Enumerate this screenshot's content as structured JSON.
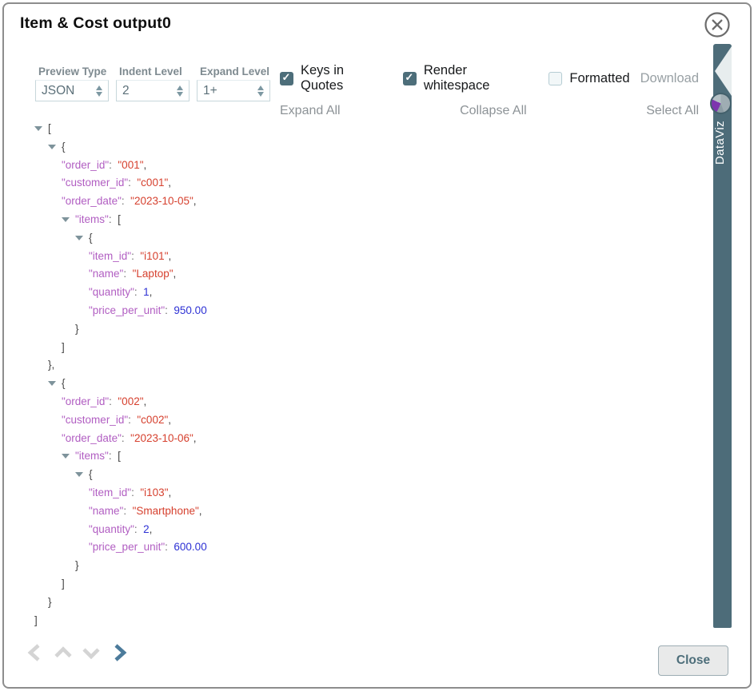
{
  "dialog": {
    "title": "Item & Cost output0"
  },
  "controls": {
    "selects": [
      {
        "label": "Preview Type",
        "value": "JSON"
      },
      {
        "label": "Indent Level",
        "value": "2"
      },
      {
        "label": "Expand Level",
        "value": "1+"
      }
    ],
    "checkboxes": [
      {
        "label": "Keys in Quotes",
        "checked": true
      },
      {
        "label": "Render whitespace",
        "checked": true
      },
      {
        "label": "Formatted",
        "checked": false
      }
    ],
    "download_label": "Download",
    "links": [
      "Expand All",
      "Collapse All",
      "Select All"
    ]
  },
  "tree": {
    "lines": [
      {
        "depth": 0,
        "arrow": true,
        "seg": [
          {
            "t": "punct",
            "v": "["
          }
        ]
      },
      {
        "depth": 1,
        "arrow": true,
        "seg": [
          {
            "t": "punct",
            "v": "{"
          }
        ]
      },
      {
        "depth": 2,
        "arrow": false,
        "seg": [
          {
            "t": "key",
            "v": "\"order_id\""
          },
          {
            "t": "colon",
            "v": ":  "
          },
          {
            "t": "str",
            "v": "\"001\""
          },
          {
            "t": "punct",
            "v": ","
          }
        ]
      },
      {
        "depth": 2,
        "arrow": false,
        "seg": [
          {
            "t": "key",
            "v": "\"customer_id\""
          },
          {
            "t": "colon",
            "v": ":  "
          },
          {
            "t": "str",
            "v": "\"c001\""
          },
          {
            "t": "punct",
            "v": ","
          }
        ]
      },
      {
        "depth": 2,
        "arrow": false,
        "seg": [
          {
            "t": "key",
            "v": "\"order_date\""
          },
          {
            "t": "colon",
            "v": ":  "
          },
          {
            "t": "str",
            "v": "\"2023-10-05\""
          },
          {
            "t": "punct",
            "v": ","
          }
        ]
      },
      {
        "depth": 2,
        "arrow": true,
        "seg": [
          {
            "t": "key",
            "v": "\"items\""
          },
          {
            "t": "colon",
            "v": ":  "
          },
          {
            "t": "punct",
            "v": "["
          }
        ]
      },
      {
        "depth": 3,
        "arrow": true,
        "seg": [
          {
            "t": "punct",
            "v": "{"
          }
        ]
      },
      {
        "depth": 4,
        "arrow": false,
        "seg": [
          {
            "t": "key",
            "v": "\"item_id\""
          },
          {
            "t": "colon",
            "v": ":  "
          },
          {
            "t": "str",
            "v": "\"i101\""
          },
          {
            "t": "punct",
            "v": ","
          }
        ]
      },
      {
        "depth": 4,
        "arrow": false,
        "seg": [
          {
            "t": "key",
            "v": "\"name\""
          },
          {
            "t": "colon",
            "v": ":  "
          },
          {
            "t": "str",
            "v": "\"Laptop\""
          },
          {
            "t": "punct",
            "v": ","
          }
        ]
      },
      {
        "depth": 4,
        "arrow": false,
        "seg": [
          {
            "t": "key",
            "v": "\"quantity\""
          },
          {
            "t": "colon",
            "v": ":  "
          },
          {
            "t": "num",
            "v": "1"
          },
          {
            "t": "punct",
            "v": ","
          }
        ]
      },
      {
        "depth": 4,
        "arrow": false,
        "seg": [
          {
            "t": "key",
            "v": "\"price_per_unit\""
          },
          {
            "t": "colon",
            "v": ":  "
          },
          {
            "t": "num",
            "v": "950.00"
          }
        ]
      },
      {
        "depth": 3,
        "arrow": false,
        "seg": [
          {
            "t": "punct",
            "v": "}"
          }
        ]
      },
      {
        "depth": 2,
        "arrow": false,
        "seg": [
          {
            "t": "punct",
            "v": "]"
          }
        ]
      },
      {
        "depth": 1,
        "arrow": false,
        "seg": [
          {
            "t": "punct",
            "v": "},"
          }
        ]
      },
      {
        "depth": 1,
        "arrow": true,
        "seg": [
          {
            "t": "punct",
            "v": "{"
          }
        ]
      },
      {
        "depth": 2,
        "arrow": false,
        "seg": [
          {
            "t": "key",
            "v": "\"order_id\""
          },
          {
            "t": "colon",
            "v": ":  "
          },
          {
            "t": "str",
            "v": "\"002\""
          },
          {
            "t": "punct",
            "v": ","
          }
        ]
      },
      {
        "depth": 2,
        "arrow": false,
        "seg": [
          {
            "t": "key",
            "v": "\"customer_id\""
          },
          {
            "t": "colon",
            "v": ":  "
          },
          {
            "t": "str",
            "v": "\"c002\""
          },
          {
            "t": "punct",
            "v": ","
          }
        ]
      },
      {
        "depth": 2,
        "arrow": false,
        "seg": [
          {
            "t": "key",
            "v": "\"order_date\""
          },
          {
            "t": "colon",
            "v": ":  "
          },
          {
            "t": "str",
            "v": "\"2023-10-06\""
          },
          {
            "t": "punct",
            "v": ","
          }
        ]
      },
      {
        "depth": 2,
        "arrow": true,
        "seg": [
          {
            "t": "key",
            "v": "\"items\""
          },
          {
            "t": "colon",
            "v": ":  "
          },
          {
            "t": "punct",
            "v": "["
          }
        ]
      },
      {
        "depth": 3,
        "arrow": true,
        "seg": [
          {
            "t": "punct",
            "v": "{"
          }
        ]
      },
      {
        "depth": 4,
        "arrow": false,
        "seg": [
          {
            "t": "key",
            "v": "\"item_id\""
          },
          {
            "t": "colon",
            "v": ":  "
          },
          {
            "t": "str",
            "v": "\"i103\""
          },
          {
            "t": "punct",
            "v": ","
          }
        ]
      },
      {
        "depth": 4,
        "arrow": false,
        "seg": [
          {
            "t": "key",
            "v": "\"name\""
          },
          {
            "t": "colon",
            "v": ":  "
          },
          {
            "t": "str",
            "v": "\"Smartphone\""
          },
          {
            "t": "punct",
            "v": ","
          }
        ]
      },
      {
        "depth": 4,
        "arrow": false,
        "seg": [
          {
            "t": "key",
            "v": "\"quantity\""
          },
          {
            "t": "colon",
            "v": ":  "
          },
          {
            "t": "num",
            "v": "2"
          },
          {
            "t": "punct",
            "v": ","
          }
        ]
      },
      {
        "depth": 4,
        "arrow": false,
        "seg": [
          {
            "t": "key",
            "v": "\"price_per_unit\""
          },
          {
            "t": "colon",
            "v": ":  "
          },
          {
            "t": "num",
            "v": "600.00"
          }
        ]
      },
      {
        "depth": 3,
        "arrow": false,
        "seg": [
          {
            "t": "punct",
            "v": "}"
          }
        ]
      },
      {
        "depth": 2,
        "arrow": false,
        "seg": [
          {
            "t": "punct",
            "v": "]"
          }
        ]
      },
      {
        "depth": 1,
        "arrow": false,
        "seg": [
          {
            "t": "punct",
            "v": "}"
          }
        ]
      },
      {
        "depth": 0,
        "arrow": false,
        "seg": [
          {
            "t": "punct",
            "v": "]"
          }
        ]
      }
    ]
  },
  "sidebar": {
    "tab_label": "DataViz"
  },
  "footer": {
    "close_label": "Close"
  },
  "colors": {
    "key": "#b15ec2",
    "str": "#d6402e",
    "num": "#2d31d4",
    "punct": "#464646",
    "arrow": "#7e939b",
    "accent": "#4d6e7a",
    "bar": "#4d6c79",
    "nav_active": "#4c7b9b",
    "nav_disabled": "#d4d4d4"
  }
}
